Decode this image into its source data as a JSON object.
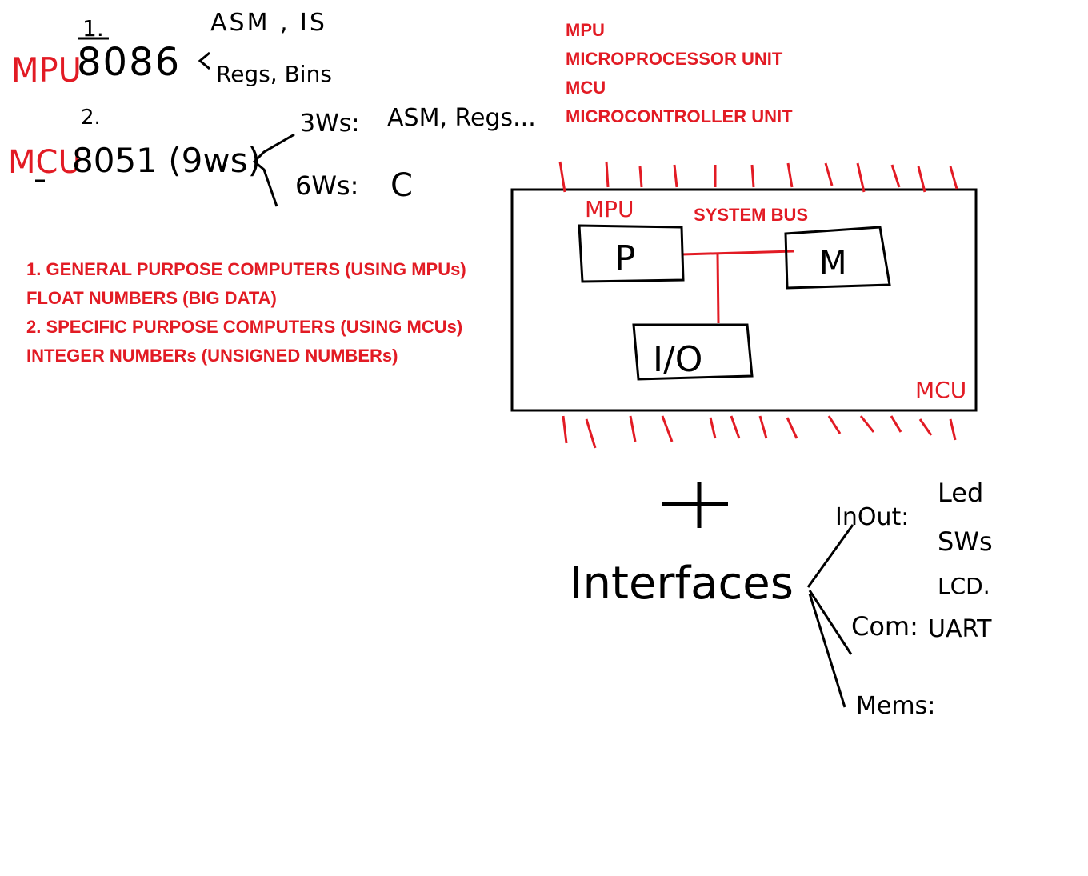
{
  "colors": {
    "ink": "#000000",
    "accent": "#e21b24",
    "background": "#ffffff"
  },
  "glossary": [
    "MPU",
    "MICROPROCESSOR UNIT",
    "MCU",
    "MICROCONTROLLER UNIT"
  ],
  "notes": [
    "1. GENERAL PURPOSE COMPUTERS (USING MPUs)",
    "FLOAT NUMBERS (BIG DATA)",
    "2. SPECIFIC PURPOSE COMPUTERS (USING MCUs)",
    "INTEGER NUMBERs (UNSIGNED NUMBERs)"
  ],
  "diagram": {
    "bus_label": "SYSTEM BUS",
    "mpu_tag": "MPU",
    "mcu_tag": "MCU",
    "blocks": {
      "processor": "P",
      "memory": "M",
      "io": "I/O"
    }
  },
  "handwriting": {
    "item1_number": "1.",
    "item1_tag": "MPU",
    "item1_chip": "8086",
    "item1_top": "ASM , IS",
    "item1_bottom": "Regs, Bins",
    "item2_number": "2.",
    "item2_tag": "MCU",
    "item2_chip": "8051 (9ws)",
    "item2_a_label": "3Ws:",
    "item2_a_value": "ASM, Regs...",
    "item2_b_label": "6Ws:",
    "item2_b_value": "C",
    "plus": "+",
    "interfaces": "Interfaces",
    "inout_label": "InOut:",
    "inout_items": [
      "Led",
      "SWs",
      "LCD."
    ],
    "com_label": "Com:",
    "com_value": "UART",
    "mems_label": "Mems:"
  }
}
